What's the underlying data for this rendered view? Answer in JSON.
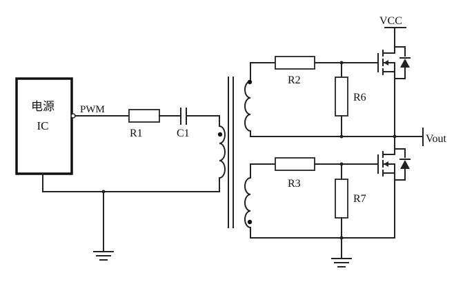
{
  "labels": {
    "ic_line1": "电源",
    "ic_line2": "IC",
    "pwm": "PWM",
    "r1": "R1",
    "c1": "C1",
    "r2": "R2",
    "r3": "R3",
    "r6": "R6",
    "r7": "R7",
    "vcc": "VCC",
    "vout": "Vout"
  }
}
